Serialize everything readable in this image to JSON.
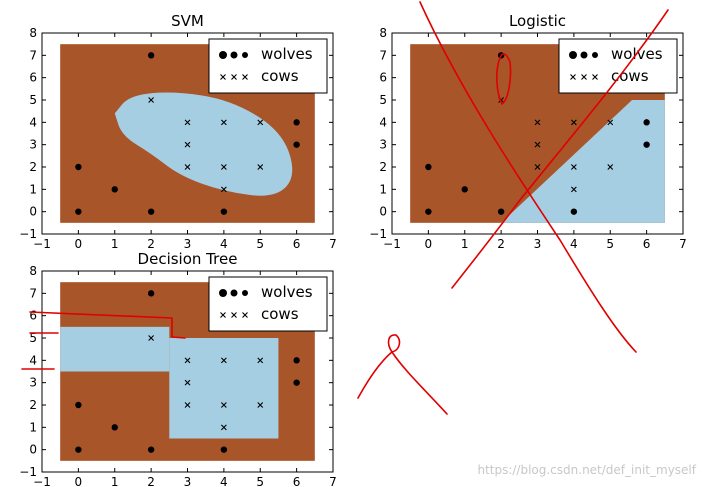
{
  "chart_data": [
    {
      "type": "scatter",
      "title": "SVM",
      "xlim": [
        -1,
        7
      ],
      "ylim": [
        -1,
        8
      ],
      "xticks": [
        -1,
        0,
        1,
        2,
        3,
        4,
        5,
        6,
        7
      ],
      "yticks": [
        -1,
        0,
        1,
        2,
        3,
        4,
        5,
        6,
        7,
        8
      ],
      "region": "cows region is a rounded blob around the cow points",
      "series": [
        {
          "name": "wolves",
          "marker": "dot",
          "points": [
            [
              0,
              0
            ],
            [
              0,
              2
            ],
            [
              1,
              1
            ],
            [
              2,
              0
            ],
            [
              2,
              7
            ],
            [
              4,
              0
            ],
            [
              6,
              3
            ],
            [
              6,
              4
            ]
          ]
        },
        {
          "name": "cows",
          "marker": "x",
          "points": [
            [
              2,
              5
            ],
            [
              3,
              2
            ],
            [
              3,
              3
            ],
            [
              3,
              4
            ],
            [
              4,
              1
            ],
            [
              4,
              2
            ],
            [
              4,
              4
            ],
            [
              5,
              2
            ],
            [
              5,
              4
            ]
          ]
        }
      ],
      "legend": "top-right"
    },
    {
      "type": "scatter",
      "title": "Logistic",
      "xlim": [
        -1,
        7
      ],
      "ylim": [
        -1,
        8
      ],
      "xticks": [
        -1,
        0,
        1,
        2,
        3,
        4,
        5,
        6,
        7
      ],
      "yticks": [
        -1,
        0,
        1,
        2,
        3,
        4,
        5,
        6,
        7,
        8
      ],
      "region": "cows region is the lower-right half-plane beyond a straight boundary",
      "series": [
        {
          "name": "wolves",
          "marker": "dot",
          "points": [
            [
              0,
              0
            ],
            [
              0,
              2
            ],
            [
              1,
              1
            ],
            [
              2,
              0
            ],
            [
              2,
              7
            ],
            [
              4,
              0
            ],
            [
              6,
              3
            ],
            [
              6,
              4
            ]
          ]
        },
        {
          "name": "cows",
          "marker": "x",
          "points": [
            [
              2,
              5
            ],
            [
              3,
              2
            ],
            [
              3,
              3
            ],
            [
              3,
              4
            ],
            [
              4,
              1
            ],
            [
              4,
              2
            ],
            [
              4,
              4
            ],
            [
              5,
              2
            ],
            [
              5,
              4
            ]
          ]
        }
      ],
      "legend": "top-right"
    },
    {
      "type": "scatter",
      "title": "Decision Tree",
      "xlim": [
        -1,
        7
      ],
      "ylim": [
        -1,
        8
      ],
      "xticks": [
        -1,
        0,
        1,
        2,
        3,
        4,
        5,
        6,
        7
      ],
      "yticks": [
        -1,
        0,
        1,
        2,
        3,
        4,
        5,
        6,
        7,
        8
      ],
      "region": "cows region is made of axis-aligned rectangles",
      "series": [
        {
          "name": "wolves",
          "marker": "dot",
          "points": [
            [
              0,
              0
            ],
            [
              0,
              2
            ],
            [
              1,
              1
            ],
            [
              2,
              0
            ],
            [
              2,
              7
            ],
            [
              4,
              0
            ],
            [
              6,
              3
            ],
            [
              6,
              4
            ]
          ]
        },
        {
          "name": "cows",
          "marker": "x",
          "points": [
            [
              2,
              5
            ],
            [
              3,
              2
            ],
            [
              3,
              3
            ],
            [
              3,
              4
            ],
            [
              4,
              1
            ],
            [
              4,
              2
            ],
            [
              4,
              4
            ],
            [
              5,
              2
            ],
            [
              5,
              4
            ]
          ]
        }
      ],
      "legend": "top-right"
    }
  ],
  "colors": {
    "wolves_region": "#a8552a",
    "cows_region": "#a6cee3",
    "marker": "#000000",
    "annotation": "#e00000",
    "watermark": "#c8c8c8"
  },
  "watermark": "https://blog.csdn.net/def_init_myself"
}
